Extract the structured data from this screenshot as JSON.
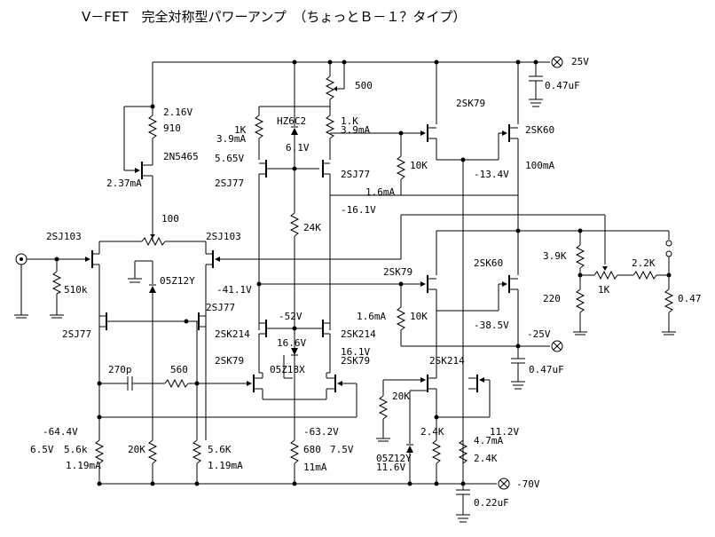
{
  "title": "V－FET　完全対称型パワーアンプ　（ちょっとＢ－１？タイプ）",
  "labels": {
    "vplus": "25V",
    "vminus": "-70V",
    "v_minus25": "-25V",
    "r500": "500",
    "c047_top": "0.47uF",
    "c047_mid": "0.47uF",
    "c022": "0.22uF",
    "v216": "2.16V",
    "r910": "910",
    "q2n5465": "2N5465",
    "i237": "2.37mA",
    "r100": "100",
    "q2sj103_l": "2SJ103",
    "q2sj103_r": "2SJ103",
    "r510k": "510k",
    "z05z12y_a": "05Z12Y",
    "q2sj77_l": "2SJ77",
    "q2sj77_r": "2SJ77",
    "r1k_l": "1K",
    "i39_l": "3.9mA",
    "v565": "5.65V",
    "q2sj77_top": "2SJ77",
    "zhz6c2": "HZ6C2",
    "v61": "6.1V",
    "r1k_r": "1.K",
    "i39_r": "3.9mA",
    "q2sj77_mid": "2SJ77",
    "r24k": "24K",
    "v161n": "-16.1V",
    "v411": "-41.1V",
    "v52": "-52V",
    "q2sk214_l": "2SK214",
    "q2sk214_r": "2SK214",
    "v166": "16.6V",
    "v161p": "16.1V",
    "q2sk79_mid": "2SK79",
    "z05z18x": "05Z18X",
    "q2sk79_l": "2SK79",
    "c270p": "270p",
    "r560": "560",
    "v644": "-64.4V",
    "v65": "6.5V",
    "r56k_l": "5.6k",
    "i119_l": "1.19mA",
    "r20k_l": "20K",
    "r56k_r": "5.6K",
    "i119_r": "1.19mA",
    "v632": "-63.2V",
    "r680": "680",
    "v75": "7.5V",
    "i11": "11mA",
    "q2sk79_top": "2SK79",
    "q2sk60_top": "2SK60",
    "r10k_top": "10K",
    "i16_top": "1.6mA",
    "v134": "-13.4V",
    "i100": "100mA",
    "q2sk79_low": "2SK79",
    "q2sk60_low": "2SK60",
    "i16_low": "1.6mA",
    "r10k_low": "10K",
    "v385": "-38.5V",
    "r39k": "3.9K",
    "r220": "220",
    "r1k_pot": "1K",
    "r22k": "2.2K",
    "r047": "0.47",
    "q2sk214_bot": "2SK214",
    "r20k_r": "20K",
    "z05z12y_b": "05Z12Y",
    "v116": "11.6V",
    "r24k_a": "2.4K",
    "i47": "4.7mA",
    "v112": "11.2V",
    "r24k_b": "2.4K"
  }
}
